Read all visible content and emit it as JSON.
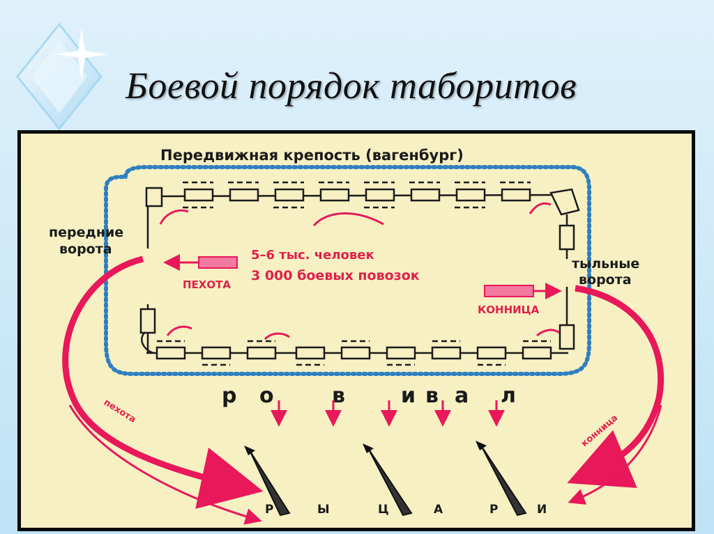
{
  "slide": {
    "title": "Боевой порядок таборитов"
  },
  "diagram": {
    "fortress_title": "Передвижная крепость (вагенбург)",
    "front_gate": [
      "передние",
      "ворота"
    ],
    "rear_gate": [
      "тыльные",
      "ворота"
    ],
    "strength_line1": "5–6 тыс. человек",
    "strength_line2": "3 000 боевых повозок",
    "infantry_label": "ПЕХОТА",
    "cavalry_label": "КОННИЦА",
    "ditch_letters": [
      "р",
      "о",
      "в",
      "и",
      "в",
      "а",
      "л"
    ],
    "knights_letters": [
      "Р",
      "Ы",
      "Ц",
      "А",
      "Р",
      "И"
    ],
    "left_arrow_label": "пехота",
    "right_arrow_label": "конница"
  },
  "colors": {
    "background": "#f6f0c3",
    "red": "#e8185a",
    "blue_dots": "#2f7fc0",
    "ink": "#1a1a1a"
  }
}
